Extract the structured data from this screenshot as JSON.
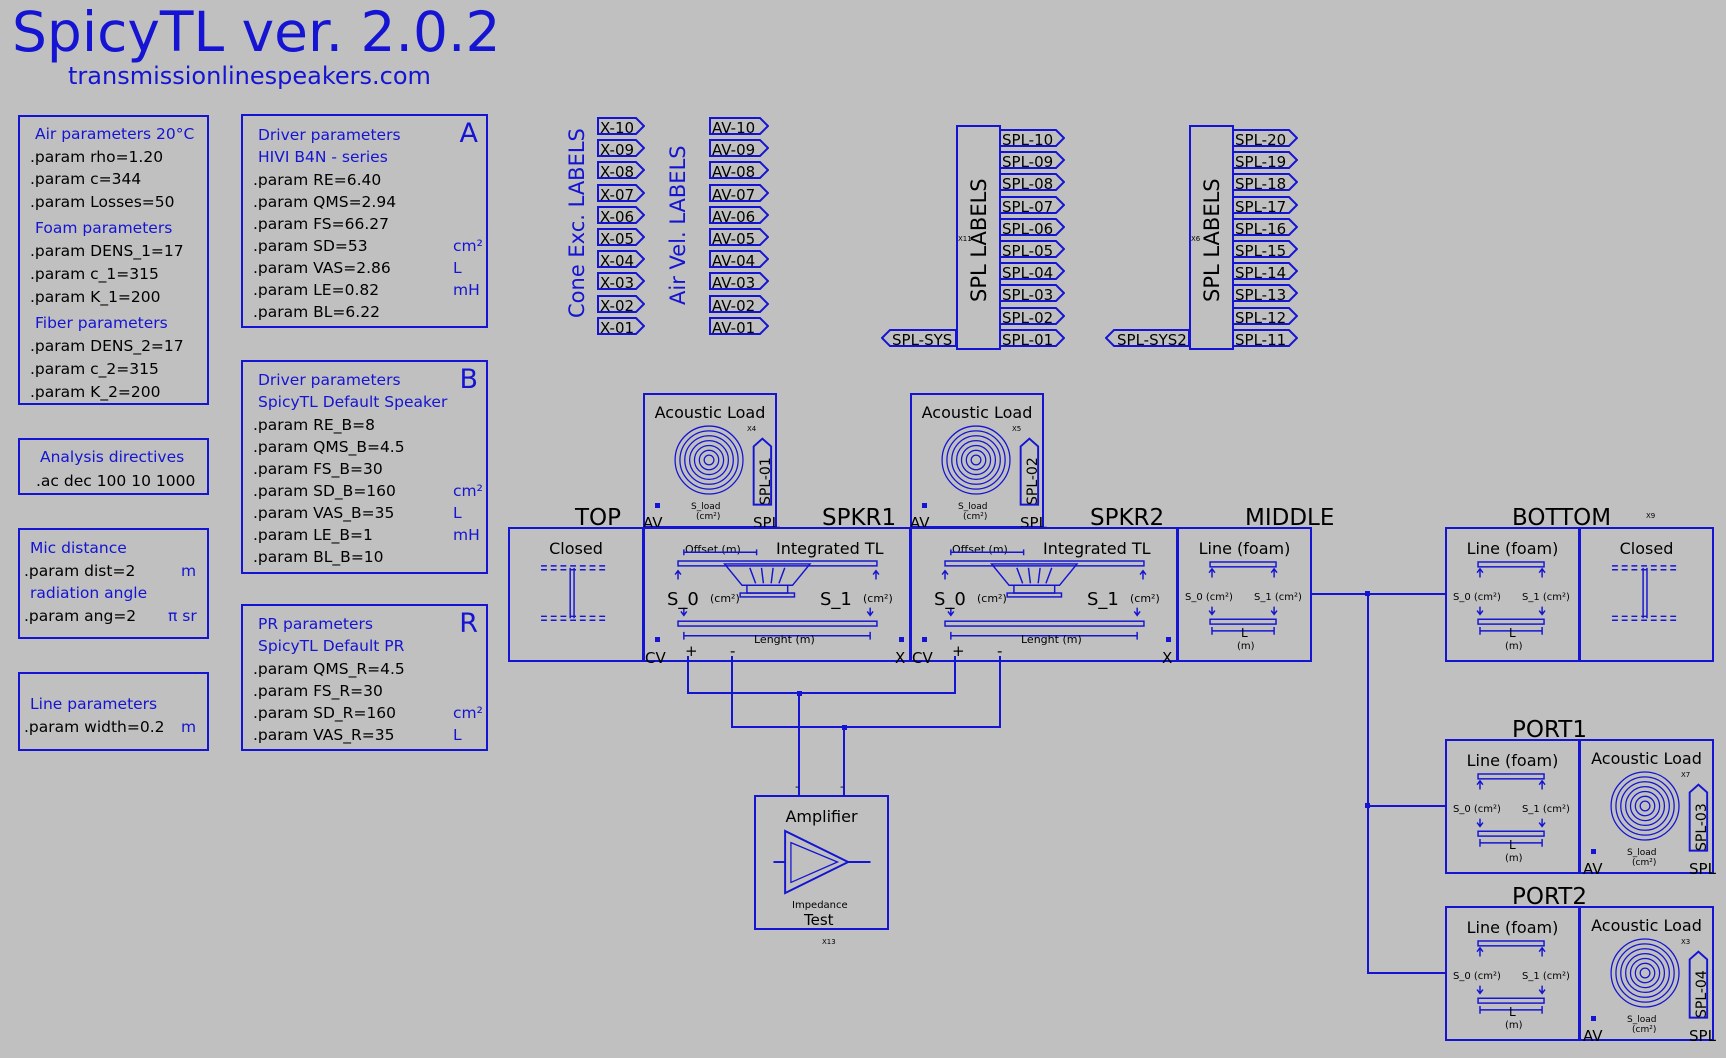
{
  "title": "SpicyTL ver. 2.0.2",
  "subtitle": "transmissionlinespeakers.com",
  "colors": {
    "accent": "#1414d2",
    "background": "#c0c0c0"
  },
  "air_box": {
    "heading": "Air parameters 20°C",
    "lines": [
      ".param rho=1.20",
      ".param c=344",
      ".param Losses=50"
    ],
    "foam_heading": "Foam parameters",
    "foam_lines": [
      ".param DENS_1=17",
      ".param c_1=315",
      ".param K_1=200"
    ],
    "fiber_heading": "Fiber parameters",
    "fiber_lines": [
      ".param DENS_2=17",
      ".param c_2=315",
      ".param K_2=200"
    ]
  },
  "analysis_box": {
    "heading": "Analysis directives",
    "line": ".ac dec 100 10 1000"
  },
  "mic_box": {
    "heading": "Mic distance",
    "line1": ".param dist=2",
    "unit1": "m",
    "heading2": "radiation angle",
    "line2": ".param ang=2",
    "unit2": "π sr"
  },
  "line_box": {
    "heading": "Line parameters",
    "line": ".param width=0.2",
    "unit": "m"
  },
  "driver_a": {
    "letter": "A",
    "heading": "Driver parameters",
    "model": "HIVI B4N - series",
    "lines": [
      ".param RE=6.40",
      ".param QMS=2.94",
      ".param FS=66.27",
      ".param SD=53",
      ".param VAS=2.86",
      ".param LE=0.82",
      ".param BL=6.22"
    ],
    "units": {
      "sd": "cm²",
      "vas": "L",
      "le": "mH"
    }
  },
  "driver_b": {
    "letter": "B",
    "heading": "Driver parameters",
    "model": "SpicyTL Default Speaker",
    "lines": [
      ".param RE_B=8",
      ".param QMS_B=4.5",
      ".param FS_B=30",
      ".param SD_B=160",
      ".param VAS_B=35",
      ".param LE_B=1",
      ".param BL_B=10"
    ],
    "units": {
      "sd": "cm²",
      "vas": "L",
      "le": "mH"
    }
  },
  "pr_box": {
    "letter": "R",
    "heading": "PR parameters",
    "model": "SpicyTL Default PR",
    "lines": [
      ".param QMS_R=4.5",
      ".param FS_R=30",
      ".param SD_R=160",
      ".param VAS_R=35"
    ],
    "units": {
      "sd": "cm²",
      "vas": "L"
    }
  },
  "labels": {
    "cone_exc": "Cone Exc. LABELS",
    "air_vel": "Air Vel. LABELS",
    "spl1": "SPL LABELS",
    "spl2": "SPL LABELS",
    "x_tags": [
      "X-10",
      "X-09",
      "X-08",
      "X-07",
      "X-06",
      "X-05",
      "X-04",
      "X-03",
      "X-02",
      "X-01"
    ],
    "av_tags": [
      "AV-10",
      "AV-09",
      "AV-08",
      "AV-07",
      "AV-06",
      "AV-05",
      "AV-04",
      "AV-03",
      "AV-02",
      "AV-01"
    ],
    "spl_tags_1": [
      "SPL-10",
      "SPL-09",
      "SPL-08",
      "SPL-07",
      "SPL-06",
      "SPL-05",
      "SPL-04",
      "SPL-03",
      "SPL-02",
      "SPL-01"
    ],
    "spl_tags_2": [
      "SPL-20",
      "SPL-19",
      "SPL-18",
      "SPL-17",
      "SPL-16",
      "SPL-15",
      "SPL-14",
      "SPL-13",
      "SPL-12",
      "SPL-11"
    ],
    "spl_sys": "SPL-SYS",
    "spl_sys2": "SPL-SYS2",
    "ref_x11": "X11",
    "ref_x6": "X6"
  },
  "sections": {
    "top": "TOP",
    "spkr1": "SPKR1",
    "spkr2": "SPKR2",
    "middle": "MIDDLE",
    "bottom": "BOTTOM",
    "port1": "PORT1",
    "port2": "PORT2"
  },
  "components": {
    "closed": "Closed",
    "integrated_tl": "Integrated TL",
    "line_foam": "Line (foam)",
    "acoustic_load": "Acoustic Load",
    "amplifier": "Amplifier",
    "impedance": "Impedance",
    "test": "Test",
    "offset": "Offset (m)",
    "lenght": "Lenght (m)",
    "s0": "S_0",
    "s1": "S_1",
    "s0_small": "S_0 (cm²)",
    "s1_small": "S_1 (cm²)",
    "cm2": "(cm²)",
    "l": "L",
    "m": "(m)",
    "s_load": "S_load",
    "av": "AV",
    "spl": "SPL",
    "cv": "CV",
    "x": "X",
    "plus": "+",
    "minus": "-",
    "spl_01": "SPL-01",
    "spl_02": "SPL-02",
    "spl_03": "SPL-03",
    "spl_04": "SPL-04",
    "ref_x4": "X4",
    "ref_x5": "X5",
    "ref_x7": "X7",
    "ref_x3": "X3",
    "ref_x9": "X9",
    "ref_x13": "X13"
  }
}
